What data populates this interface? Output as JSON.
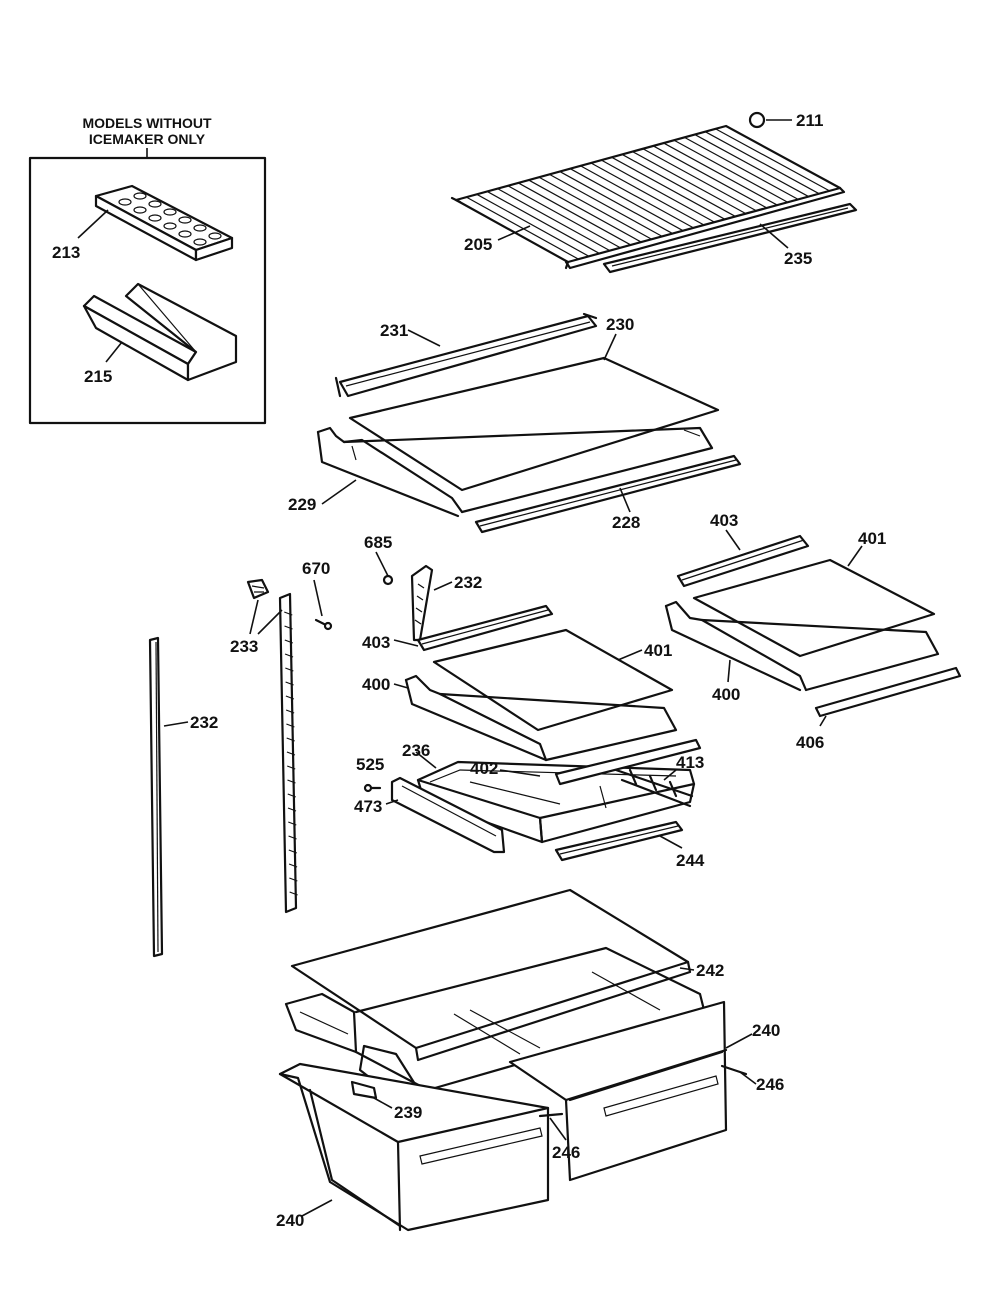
{
  "note": {
    "line1": "MODELS WITHOUT",
    "line2": "ICEMAKER ONLY"
  },
  "labels": {
    "p211": "211",
    "p205": "205",
    "p235": "235",
    "p213": "213",
    "p215": "215",
    "p231": "231",
    "p230": "230",
    "p229": "229",
    "p228": "228",
    "p685": "685",
    "p670": "670",
    "p232a": "232",
    "p232b": "232",
    "p233": "233",
    "p403a": "403",
    "p401a": "401",
    "p403b": "403",
    "p401b": "401",
    "p400a": "400",
    "p400b": "400",
    "p406": "406",
    "p236": "236",
    "p402": "402",
    "p413": "413",
    "p525": "525",
    "p473": "473",
    "p244": "244",
    "p242": "242",
    "p240a": "240",
    "p246a": "246",
    "p239": "239",
    "p246b": "246",
    "p240b": "240"
  }
}
